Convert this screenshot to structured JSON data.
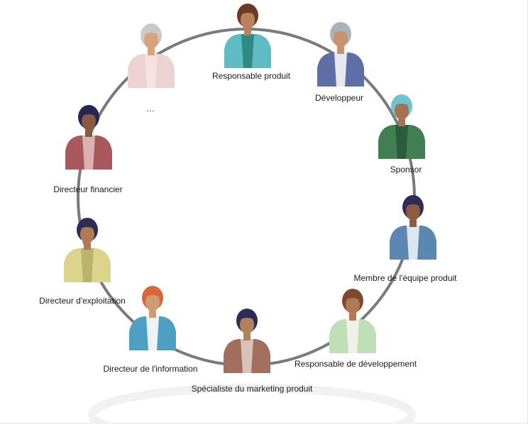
{
  "roles": [
    {
      "id": "responsable-produit",
      "label": "Responsable produit",
      "shirt": "#5fbcc2",
      "inner": "#2f8a86",
      "hair": "#6b3a22",
      "skin": "#b9825c"
    },
    {
      "id": "developpeur",
      "label": "Développeur",
      "shirt": "#5e6fa8",
      "inner": "#e8e8ef",
      "hair": "#a9b3ba",
      "skin": "#c7936c"
    },
    {
      "id": "sponsor",
      "label": "Sponsor",
      "shirt": "#3f7f52",
      "inner": "#2d5c3c",
      "hair": "#6fc4d2",
      "skin": "#a57352"
    },
    {
      "id": "membre-equipe-produit",
      "label": "Membre de l'équipe produit",
      "shirt": "#5d87b3",
      "inner": "#dce6ef",
      "hair": "#2d2d55",
      "skin": "#8e5b40"
    },
    {
      "id": "responsable-developpement",
      "label": "Responsable de développement",
      "shirt": "#bfe0b7",
      "inner": "#f0f0e8",
      "hair": "#7d4a2c",
      "skin": "#b07a55"
    },
    {
      "id": "specialiste-marketing",
      "label": "Spécialiste du marketing produit",
      "shirt": "#a26f5e",
      "inner": "#d6c2b8",
      "hair": "#2d2d55",
      "skin": "#b3805c"
    },
    {
      "id": "directeur-information",
      "label": "Directeur de l'information",
      "shirt": "#4d9fc3",
      "inner": "#eef2f4",
      "hair": "#d9653b",
      "skin": "#d29a72"
    },
    {
      "id": "directeur-exploitation",
      "label": "Directeur d'exploitation",
      "shirt": "#dcd48a",
      "inner": "#b8b46a",
      "hair": "#2d2d55",
      "skin": "#b07a55"
    },
    {
      "id": "directeur-financier",
      "label": "Directeur financier",
      "shirt": "#a9585b",
      "inner": "#d9b1b3",
      "hair": "#262652",
      "skin": "#8a5a40"
    },
    {
      "id": "autre",
      "label": "…",
      "shirt": "#ecd2d2",
      "inner": "#f4e2e2",
      "hair": "#c9c9c9",
      "skin": "#d7a27c"
    }
  ],
  "colors": {
    "ring": "#7a7a7a",
    "shadow": "#f1f1f1",
    "text": "#1a1a1a"
  }
}
